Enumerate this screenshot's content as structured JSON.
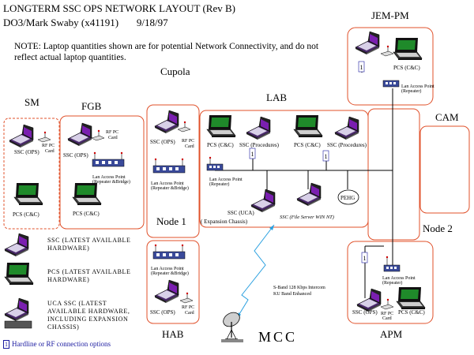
{
  "header": {
    "title": "LONGTERM SSC OPS NETWORK LAYOUT (Rev B)",
    "author": "DO3/Mark Swaby (x41191)",
    "date": "9/18/97",
    "note": "NOTE:  Laptop quantities shown are for potential Network Connectivity, and do not reflect actual laptop quantities."
  },
  "modules": {
    "sm": "SM",
    "fgb": "FGB",
    "cupola": "Cupola",
    "lab": "LAB",
    "jem": "JEM-PM",
    "cam": "CAM",
    "node1": "Node 1",
    "node2": "Node 2",
    "hab": "HAB",
    "apm": "APM",
    "mcc": "MCC"
  },
  "labels": {
    "ssc_ops": "SSC (OPS)",
    "pcs_cc": "PCS (C&C)",
    "rf_card": "RF PC",
    "rf_card2": "Card",
    "lap_bridge1": "Lan Access Point",
    "lap_bridge2": "(Repeater &Bridge)",
    "lap_rep1": "Lan Access Point",
    "lap_rep2": "(Repeater)",
    "ssc_proc": "SSC (Procedures)",
    "ssc_uca": "SSC (UCA)",
    "exp_chassis": "( Expansion Chassis)",
    "file_server": "SSC (File Server WIN NT)",
    "pehg": "PEHG",
    "sband1": "S-Band 128 Kbps Intercom",
    "sband2": "KU Band Enhanced",
    "port_num": "1"
  },
  "legend": {
    "ssc": "SSC (LATEST AVAILABLE HARDWARE)",
    "pcs": "PCS (LATEST AVAILABLE HARDWARE)",
    "uca": "UCA SSC (LATEST AVAILABLE HARDWARE, INCLUDING EXPANSION CHASSIS)"
  },
  "footer": {
    "box": "1",
    "text": "Hardline or RF connection options"
  },
  "colors": {
    "module_border": "#e0502a",
    "laptop_screen": "#7a1fb0",
    "pcs_screen": "#1f8a2a",
    "network_line": "#000000",
    "rf_link": "#2aa0e0",
    "footer_text": "#1a1aa0"
  }
}
